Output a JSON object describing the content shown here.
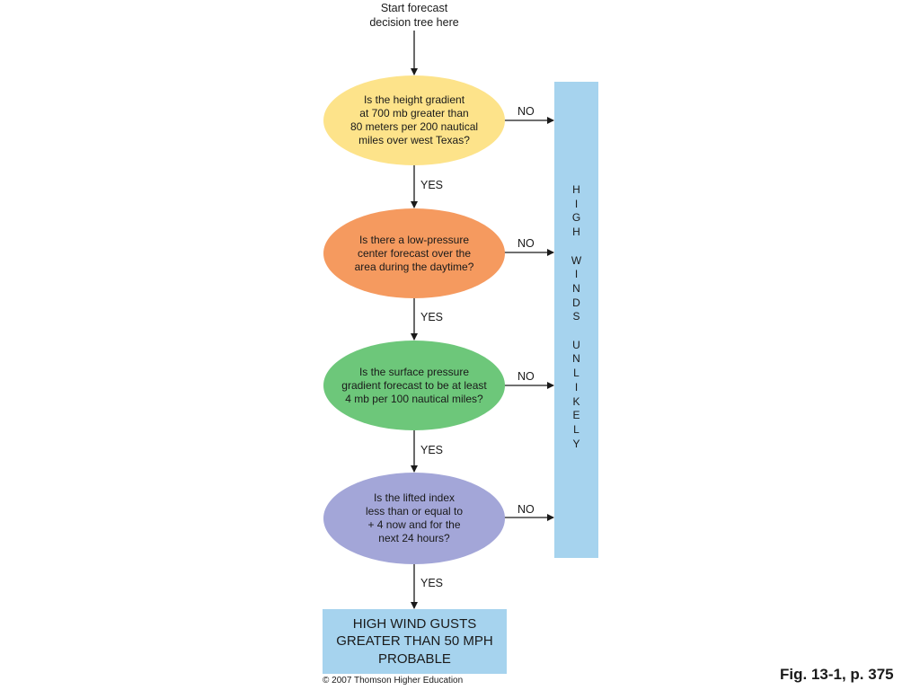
{
  "start": {
    "lines": [
      "Start forecast",
      "decision tree here"
    ]
  },
  "questions": [
    {
      "lines": [
        "Is the height gradient",
        "at 700 mb greater than",
        "80 meters per 200 nautical",
        "miles over west Texas?"
      ],
      "color": "#fde38a"
    },
    {
      "lines": [
        "Is there a low-pressure",
        "center forecast over the",
        "area during the daytime?"
      ],
      "color": "#f59a5f"
    },
    {
      "lines": [
        "Is the surface pressure",
        "gradient forecast to be at least",
        "4 mb per 100 nautical miles?"
      ],
      "color": "#6dc77a"
    },
    {
      "lines": [
        "Is the lifted index",
        "less than or equal to",
        "+ 4 now and for the",
        "next 24 hours?"
      ],
      "color": "#a3a6d8"
    }
  ],
  "labels": {
    "yes": "YES",
    "no": "NO"
  },
  "sidebar": {
    "letters": [
      "H",
      "I",
      "G",
      "H",
      "",
      "W",
      "I",
      "N",
      "D",
      "S",
      "",
      "U",
      "N",
      "L",
      "I",
      "K",
      "E",
      "L",
      "Y"
    ],
    "text": "HIGH WINDS UNLIKELY",
    "color": "#a6d3ee"
  },
  "result": {
    "lines": [
      "HIGH  WIND GUSTS",
      "GREATER THAN 50 MPH",
      "PROBABLE"
    ],
    "color": "#a6d3ee"
  },
  "credit": "© 2007 Thomson Higher Education",
  "figure_ref": "Fig. 13-1, p. 375"
}
